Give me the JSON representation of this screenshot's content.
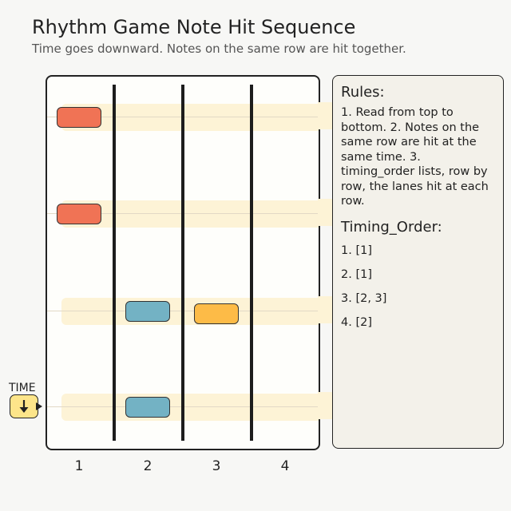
{
  "title": "Rhythm Game Note Hit Sequence",
  "subtitle": "Time goes downward. Notes on the same row are hit together.",
  "time_indicator": {
    "label": "TIME",
    "icon": "arrow-down-icon"
  },
  "lanes": [
    "1",
    "2",
    "3",
    "4"
  ],
  "rows": [
    {
      "notes": [
        {
          "lane": 1,
          "color": "#f07355"
        }
      ]
    },
    {
      "notes": [
        {
          "lane": 1,
          "color": "#f07355"
        }
      ]
    },
    {
      "notes": [
        {
          "lane": 2,
          "color": "#73b2c4"
        },
        {
          "lane": 3,
          "color": "#fdbb47"
        }
      ]
    },
    {
      "notes": [
        {
          "lane": 2,
          "color": "#73b2c4"
        }
      ]
    }
  ],
  "panel": {
    "rules_heading": "Rules:",
    "rules_text": "1. Read from top to bottom. 2. Notes on the same row are hit at the same time. 3. timing_order lists, row by row, the lanes hit at each row.",
    "order_heading": "Timing_Order:",
    "timing_order": [
      "1. [1]",
      "2. [1]",
      "3. [2, 3]",
      "4. [2]"
    ]
  },
  "colors": {
    "row_band": "#fdf3d6",
    "time_box": "#fde58a",
    "panel_bg": "#f3f1ea"
  }
}
